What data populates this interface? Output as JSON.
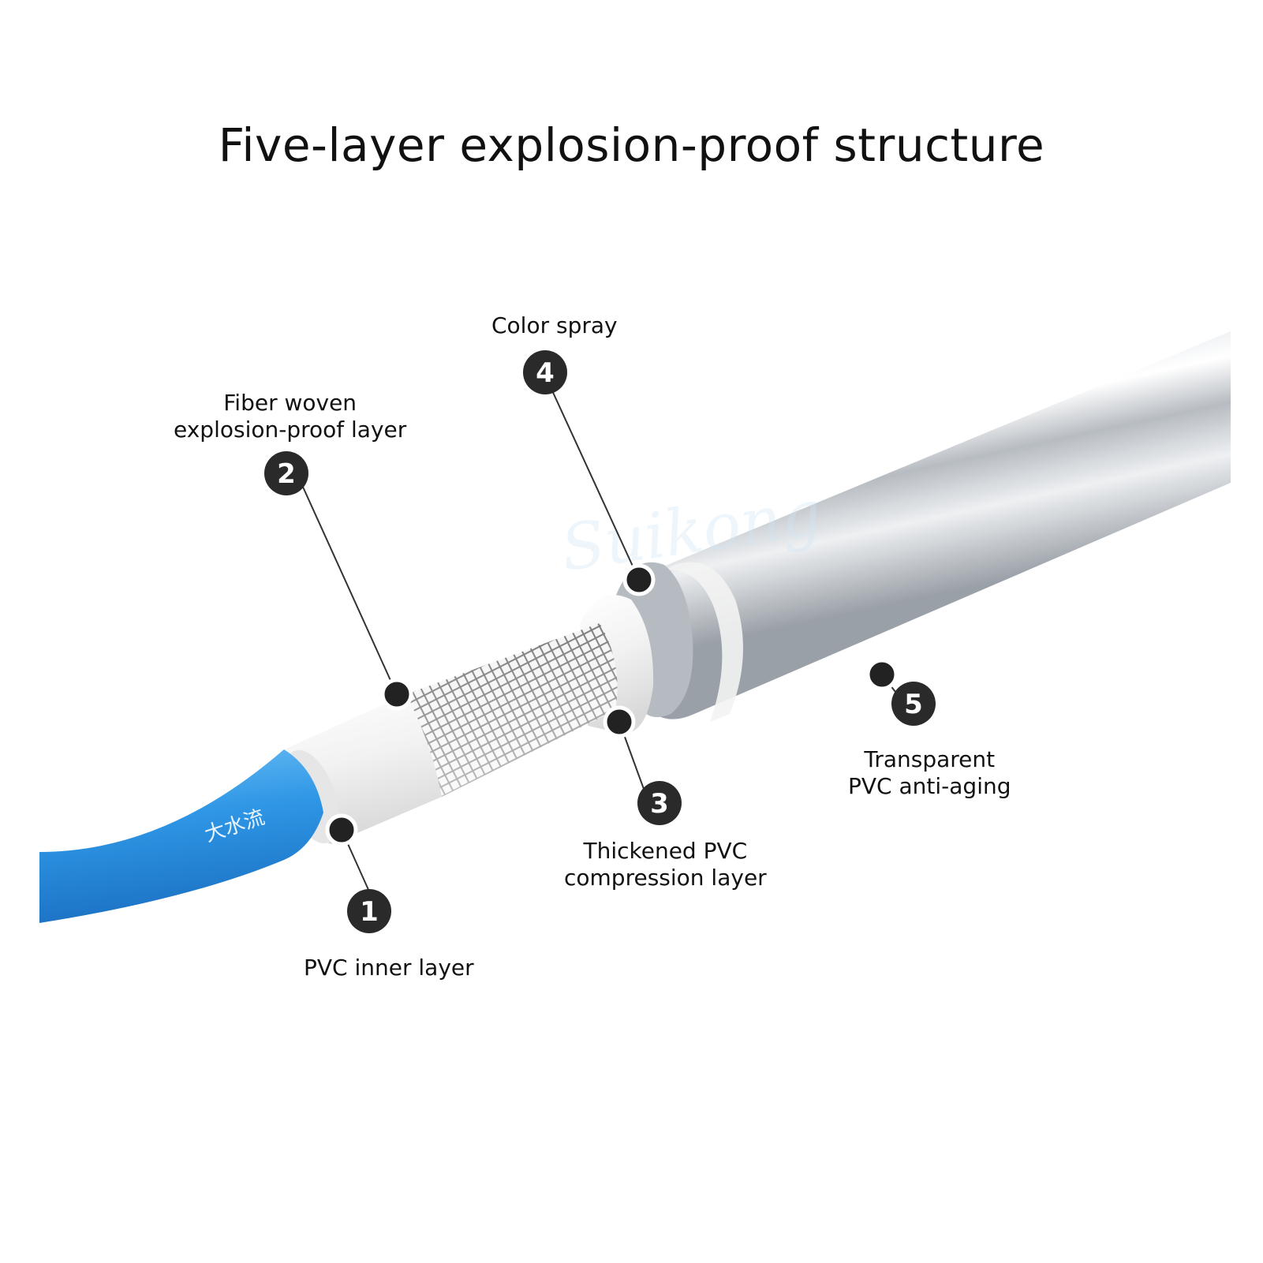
{
  "title": "Five-layer explosion-proof structure",
  "hose_print": "大水流",
  "watermark": "Suikong",
  "layers": [
    {
      "number": "1",
      "label_lines": [
        "PVC inner layer"
      ]
    },
    {
      "number": "2",
      "label_lines": [
        "Fiber woven",
        "explosion-proof layer"
      ]
    },
    {
      "number": "3",
      "label_lines": [
        "Thickened PVC",
        "compression layer"
      ]
    },
    {
      "number": "4",
      "label_lines": [
        "Color spray"
      ]
    },
    {
      "number": "5",
      "label_lines": [
        "Transparent",
        "PVC anti-aging"
      ]
    }
  ],
  "colors": {
    "inner_blue": "#2f97e6",
    "pvc_white": "#f3f3f3",
    "silver": "#c9cdd2",
    "badge": "#2a2a2a"
  }
}
